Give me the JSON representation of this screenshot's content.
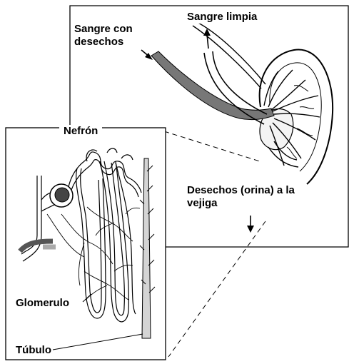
{
  "labels": {
    "blood_with_waste": "Sangre con desechos",
    "clean_blood": "Sangre limpia",
    "nephron": "Nefrón",
    "waste_to_bladder": "Desechos (orina) a la vejiga",
    "glomerulus": "Glomerulo",
    "tubule": "Túbulo"
  },
  "colors": {
    "ink": "#000000",
    "vessel_dark": "#777777",
    "vessel_mid": "#aaaaaa",
    "tubule_fill": "#d4d4d4",
    "background": "#ffffff"
  }
}
